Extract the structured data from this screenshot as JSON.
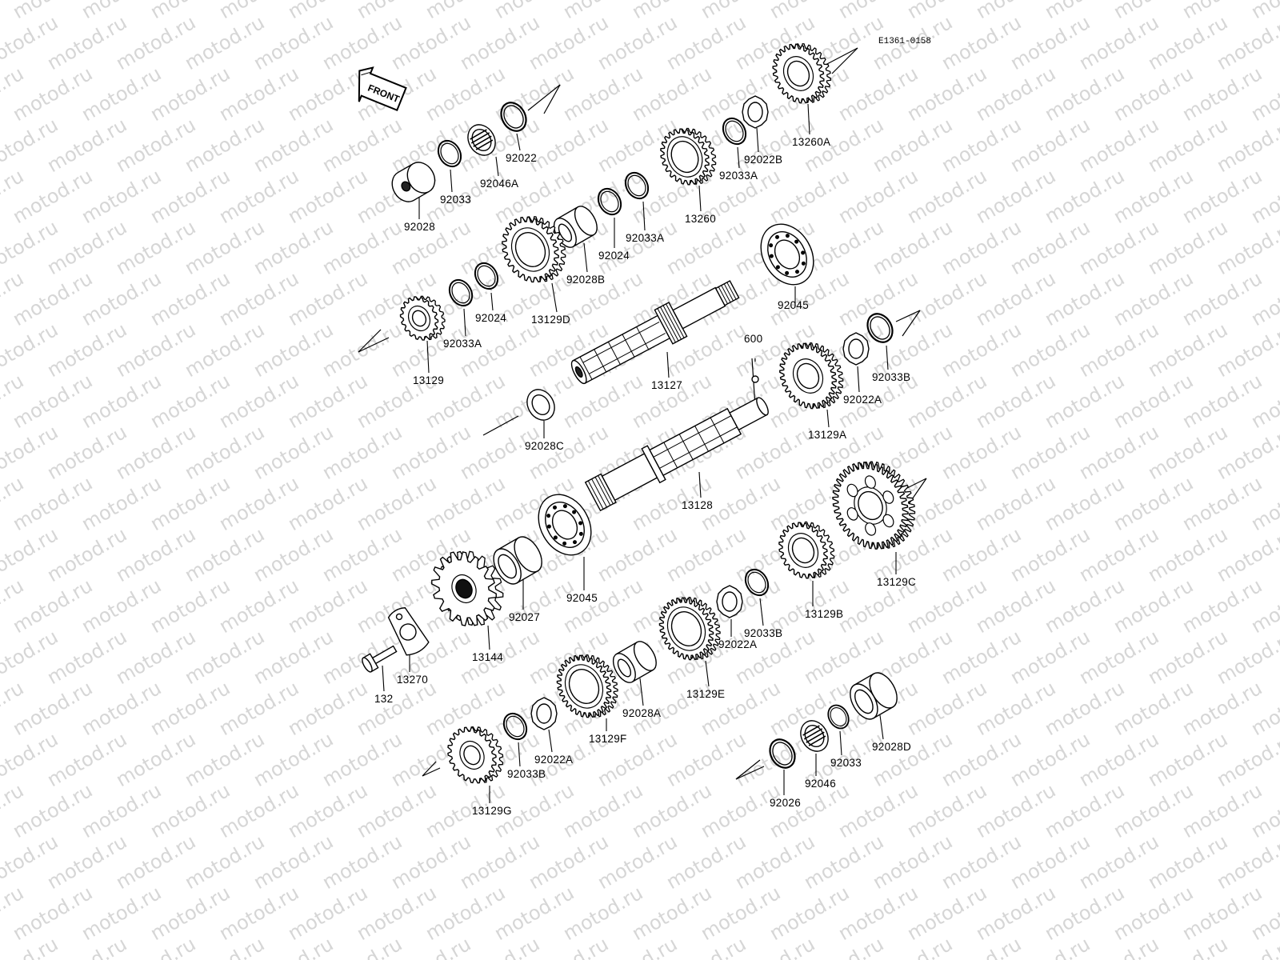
{
  "diagram": {
    "code": "E1361-0158",
    "front_label": "FRONT",
    "watermark": "motod.ru",
    "parts": [
      {
        "id": "p92028",
        "label": "92028",
        "icon": "collar-icon"
      },
      {
        "id": "p92033_top",
        "label": "92033",
        "icon": "circlip-icon"
      },
      {
        "id": "p92046A",
        "label": "92046A",
        "icon": "needle-bearing-icon"
      },
      {
        "id": "p92022",
        "label": "92022",
        "icon": "washer-icon"
      },
      {
        "id": "p13260",
        "label": "13260",
        "icon": "gear-icon"
      },
      {
        "id": "p92033A_a",
        "label": "92033A",
        "icon": "circlip-icon"
      },
      {
        "id": "p92022B",
        "label": "92022B",
        "icon": "toothed-washer-icon"
      },
      {
        "id": "p13260A",
        "label": "13260A",
        "icon": "gear-icon"
      },
      {
        "id": "p92033A_b",
        "label": "92033A",
        "icon": "circlip-icon"
      },
      {
        "id": "p92024_a",
        "label": "92024",
        "icon": "washer-icon"
      },
      {
        "id": "p92028B",
        "label": "92028B",
        "icon": "bushing-icon"
      },
      {
        "id": "p13129D",
        "label": "13129D",
        "icon": "gear-icon"
      },
      {
        "id": "p92024_b",
        "label": "92024",
        "icon": "washer-icon"
      },
      {
        "id": "p92033A_c",
        "label": "92033A",
        "icon": "circlip-icon"
      },
      {
        "id": "p13129",
        "label": "13129",
        "icon": "gear-icon"
      },
      {
        "id": "p92045_top",
        "label": "92045",
        "icon": "ball-bearing-icon"
      },
      {
        "id": "p13127",
        "label": "13127",
        "icon": "shaft-icon"
      },
      {
        "id": "p600",
        "label": "600",
        "icon": "ball-icon"
      },
      {
        "id": "p92033B_a",
        "label": "92033B",
        "icon": "circlip-icon"
      },
      {
        "id": "p92022A_a",
        "label": "92022A",
        "icon": "toothed-washer-icon"
      },
      {
        "id": "p13129A",
        "label": "13129A",
        "icon": "gear-icon"
      },
      {
        "id": "p92028C",
        "label": "92028C",
        "icon": "bushing-icon"
      },
      {
        "id": "p13128",
        "label": "13128",
        "icon": "shaft-icon"
      },
      {
        "id": "p13129C",
        "label": "13129C",
        "icon": "gear-icon"
      },
      {
        "id": "p13129B",
        "label": "13129B",
        "icon": "gear-icon"
      },
      {
        "id": "p92033B_b",
        "label": "92033B",
        "icon": "circlip-icon"
      },
      {
        "id": "p92022A_b",
        "label": "92022A",
        "icon": "toothed-washer-icon"
      },
      {
        "id": "p13129E",
        "label": "13129E",
        "icon": "gear-icon"
      },
      {
        "id": "p92028A",
        "label": "92028A",
        "icon": "bushing-icon"
      },
      {
        "id": "p92045_mid",
        "label": "92045",
        "icon": "ball-bearing-icon"
      },
      {
        "id": "p92027",
        "label": "92027",
        "icon": "collar-icon"
      },
      {
        "id": "p13144",
        "label": "13144",
        "icon": "sprocket-icon"
      },
      {
        "id": "p13270",
        "label": "13270",
        "icon": "retainer-plate-icon"
      },
      {
        "id": "p132",
        "label": "132",
        "icon": "bolt-icon"
      },
      {
        "id": "p13129F",
        "label": "13129F",
        "icon": "gear-icon"
      },
      {
        "id": "p92022A_c",
        "label": "92022A",
        "icon": "toothed-washer-icon"
      },
      {
        "id": "p92033B_c",
        "label": "92033B",
        "icon": "circlip-icon"
      },
      {
        "id": "p13129G",
        "label": "13129G",
        "icon": "gear-icon"
      },
      {
        "id": "p92028D",
        "label": "92028D",
        "icon": "collar-icon"
      },
      {
        "id": "p92033_bot",
        "label": "92033",
        "icon": "circlip-icon"
      },
      {
        "id": "p92046",
        "label": "92046",
        "icon": "needle-bearing-icon"
      },
      {
        "id": "p92026",
        "label": "92026",
        "icon": "washer-icon"
      }
    ]
  }
}
